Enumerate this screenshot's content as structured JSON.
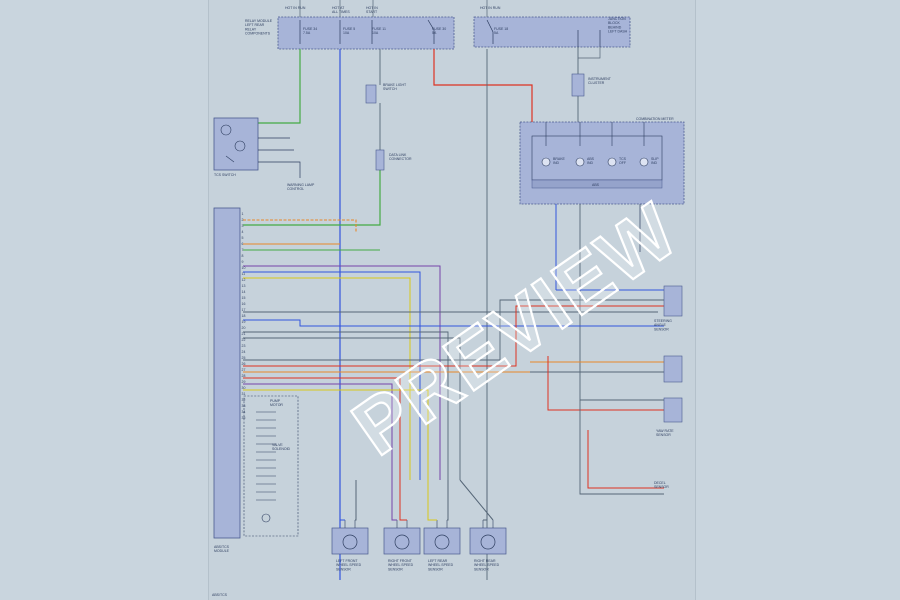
{
  "colors": {
    "blue_wire": "#3355dd",
    "red_wire": "#dd3322",
    "green_wire": "#44aa44",
    "orange_wire": "#e8882a",
    "yellow_wire": "#d8c818",
    "gray_wire": "#556677",
    "violet_wire": "#7744aa",
    "module_fill": "#a7b4d8",
    "module_stroke": "#4a5a90"
  },
  "top_fuses": {
    "left_label": "RELAY MODULE\nLEFT REAR\nRELAY\nCOMPONENTS",
    "f1": "FUSE 34\n7.5A",
    "f2": "FUSE 5\n10A",
    "f3": "FUSE 11\n10A",
    "f4": "FUSE 30\n5A",
    "right_fuse": "FUSE 18\n5A",
    "right_label": "JUNCTION\nBLOCK\nBEHIND\nLEFT DASH"
  },
  "top_headers": {
    "h1": "HOT IN RUN",
    "h2": "HOT AT\nALL TIMES",
    "h3": "HOT IN\nSTART",
    "h4": "HOT IN RUN"
  },
  "side": {
    "relay_label": "TCS SWITCH",
    "brake_switch_label": "BRAKE LIGHT\nSWITCH",
    "cluster_label": "INSTRUMENT\nCLUSTER",
    "dlc_label": "DATA LINK\nCONNECTOR",
    "warning_label": "WARNING LAMP\nCONTROL"
  },
  "combination_meter": {
    "title": "COMBINATION METER",
    "bottom_label": "ABS",
    "lamps": [
      "BRAKE\nIND",
      "ABS\nIND",
      "TCS\nOFF",
      "SLIP\nIND"
    ]
  },
  "abs_module": {
    "bottom_label": "ABS/TCS\nMODULE",
    "pump_label": "PUMP\nMOTOR",
    "valve_label": "VALVE\nSOLENOID",
    "pins": [
      "1",
      "2",
      "3",
      "4",
      "5",
      "6",
      "7",
      "8",
      "9",
      "10",
      "11",
      "12",
      "13",
      "14",
      "15",
      "16",
      "17",
      "18",
      "19",
      "20",
      "21",
      "22",
      "23",
      "24",
      "25",
      "26",
      "27",
      "28",
      "29",
      "30",
      "31",
      "32",
      "33",
      "34",
      "35"
    ]
  },
  "right_components": {
    "steering_label": "STEERING\nANGLE\nSENSOR",
    "yaw_label": "YAW RATE\nSENSOR",
    "decel_label": "DECEL\nSENSOR"
  },
  "wheel_sensors": [
    {
      "label": "LEFT FRONT\nWHEEL SPEED\nSENSOR"
    },
    {
      "label": "RIGHT FRONT\nWHEEL SPEED\nSENSOR"
    },
    {
      "label": "LEFT REAR\nWHEEL SPEED\nSENSOR"
    },
    {
      "label": "RIGHT REAR\nWHEEL SPEED\nSENSOR"
    }
  ],
  "page_code": "ABS/TCS",
  "watermark": "PREVIEW"
}
